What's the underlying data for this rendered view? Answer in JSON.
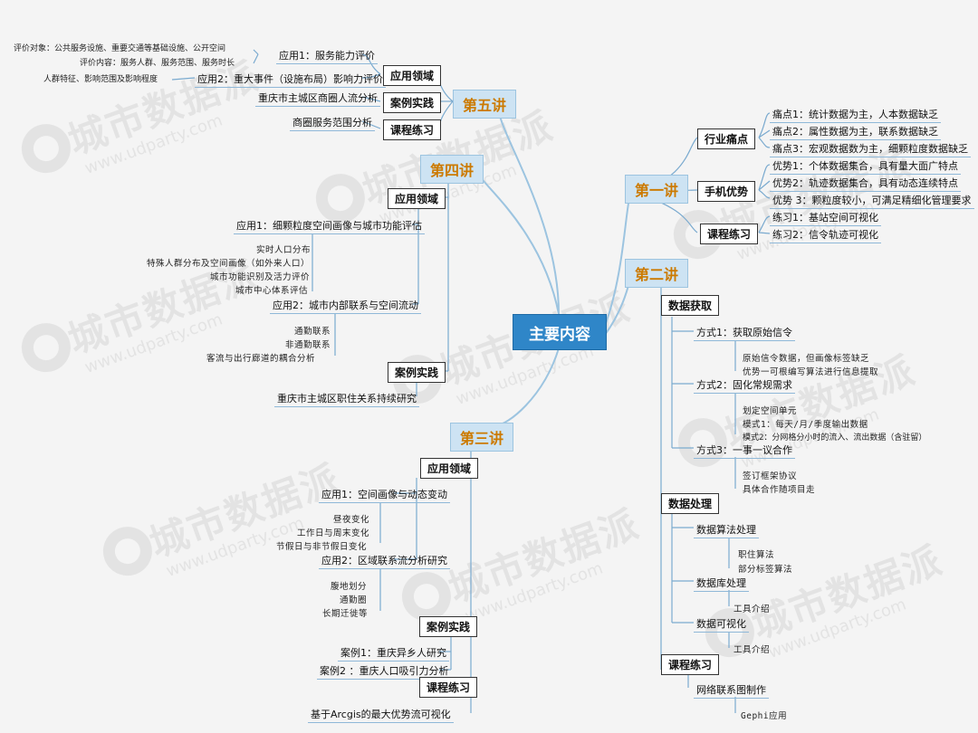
{
  "center": "主要内容",
  "watermark": {
    "brand": "城市数据派",
    "url": "www.udparty.com"
  },
  "lectures": {
    "l1": {
      "title": "第一讲",
      "cat1": "行业痛点",
      "pain1": "痛点1：统计数据为主，人本数据缺乏",
      "pain2": "痛点2：属性数据为主，联系数据缺乏",
      "pain3": "痛点3：宏观数据数为主，细颗粒度数据缺乏",
      "cat2": "手机优势",
      "adv1": "优势1：个体数据集合，具有量大面广特点",
      "adv2": "优势2：轨迹数据集合，具有动态连续特点",
      "adv3": "优势 3：颗粒度较小，可满足精细化管理要求",
      "cat3": "课程练习",
      "ex1": "练习1：基站空间可视化",
      "ex2": "练习2：信令轨迹可视化"
    },
    "l2": {
      "title": "第二讲",
      "cat1": "数据获取",
      "m1": "方式1：获取原始信令",
      "m1a": "原始信令数据，但画像标签缺乏",
      "m1b": "优势一可根编写算法进行信息提取",
      "m2": "方式2：固化常规需求",
      "m2a": "划定空间单元",
      "m2b": "模式1：每天/月/季度输出数据",
      "m2c": "模式2：分网格分小时的流入、流出数据（含驻留）",
      "m3": "方式3：一事一议合作",
      "m3a": "签订框架协议",
      "m3b": "具体合作随项目走",
      "cat2": "数据处理",
      "p1": "数据算法处理",
      "p1a": "职住算法",
      "p1b": "部分标签算法",
      "p2": "数据库处理",
      "p2a": "工具介绍",
      "p3": "数据可视化",
      "p3a": "工具介绍",
      "cat3": "课程练习",
      "ex1": "网络联系图制作",
      "ex1a": "Gephi应用"
    },
    "l3": {
      "title": "第三讲",
      "cat1": "应用领域",
      "a1": "应用1：空间画像与动态变动",
      "a1a": "昼夜变化",
      "a1b": "工作日与周末变化",
      "a1c": "节假日与非节假日变化",
      "a2": "应用2：区域联系流分析研究",
      "a2a": "腹地划分",
      "a2b": "通勤圈",
      "a2c": "长期迁徙等",
      "cat2": "案例实践",
      "c1": "案例1：重庆异乡人研究",
      "c2": "案例2 ：重庆人口吸引力分析",
      "cat3": "课程练习",
      "ex1": "基于Arcgis的最大优势流可视化"
    },
    "l4": {
      "title": "第四讲",
      "cat1": "应用领域",
      "a1": "应用1：细颗粒度空间画像与城市功能评估",
      "a1a": "实时人口分布",
      "a1b": "特殊人群分布及空间画像（如外来人口）",
      "a1c": "城市功能识别及活力评价",
      "a1d": "城市中心体系评估",
      "a2": "应用2：城市内部联系与空间流动",
      "a2a": "通勤联系",
      "a2b": "非通勤联系",
      "a2c": "客流与出行廊道的耦合分析",
      "cat2": "案例实践",
      "c1": "重庆市主城区职住关系持续研究"
    },
    "l5": {
      "title": "第五讲",
      "cat1": "应用领域",
      "a1": "应用1：服务能力评价",
      "a1a": "评价对象：公共服务设施、重要交通等基础设施、公开空间",
      "a1b": "评价内容：服务人群、服务范围、服务时长",
      "a2": "应用2：重大事件（设施布局）影响力评价",
      "a2a": "人群特征、影响范围及影响程度",
      "cat2": "案例实践",
      "c1": "重庆市主城区商圈人流分析",
      "cat3": "课程练习",
      "ex1": "商圈服务范围分析"
    }
  }
}
